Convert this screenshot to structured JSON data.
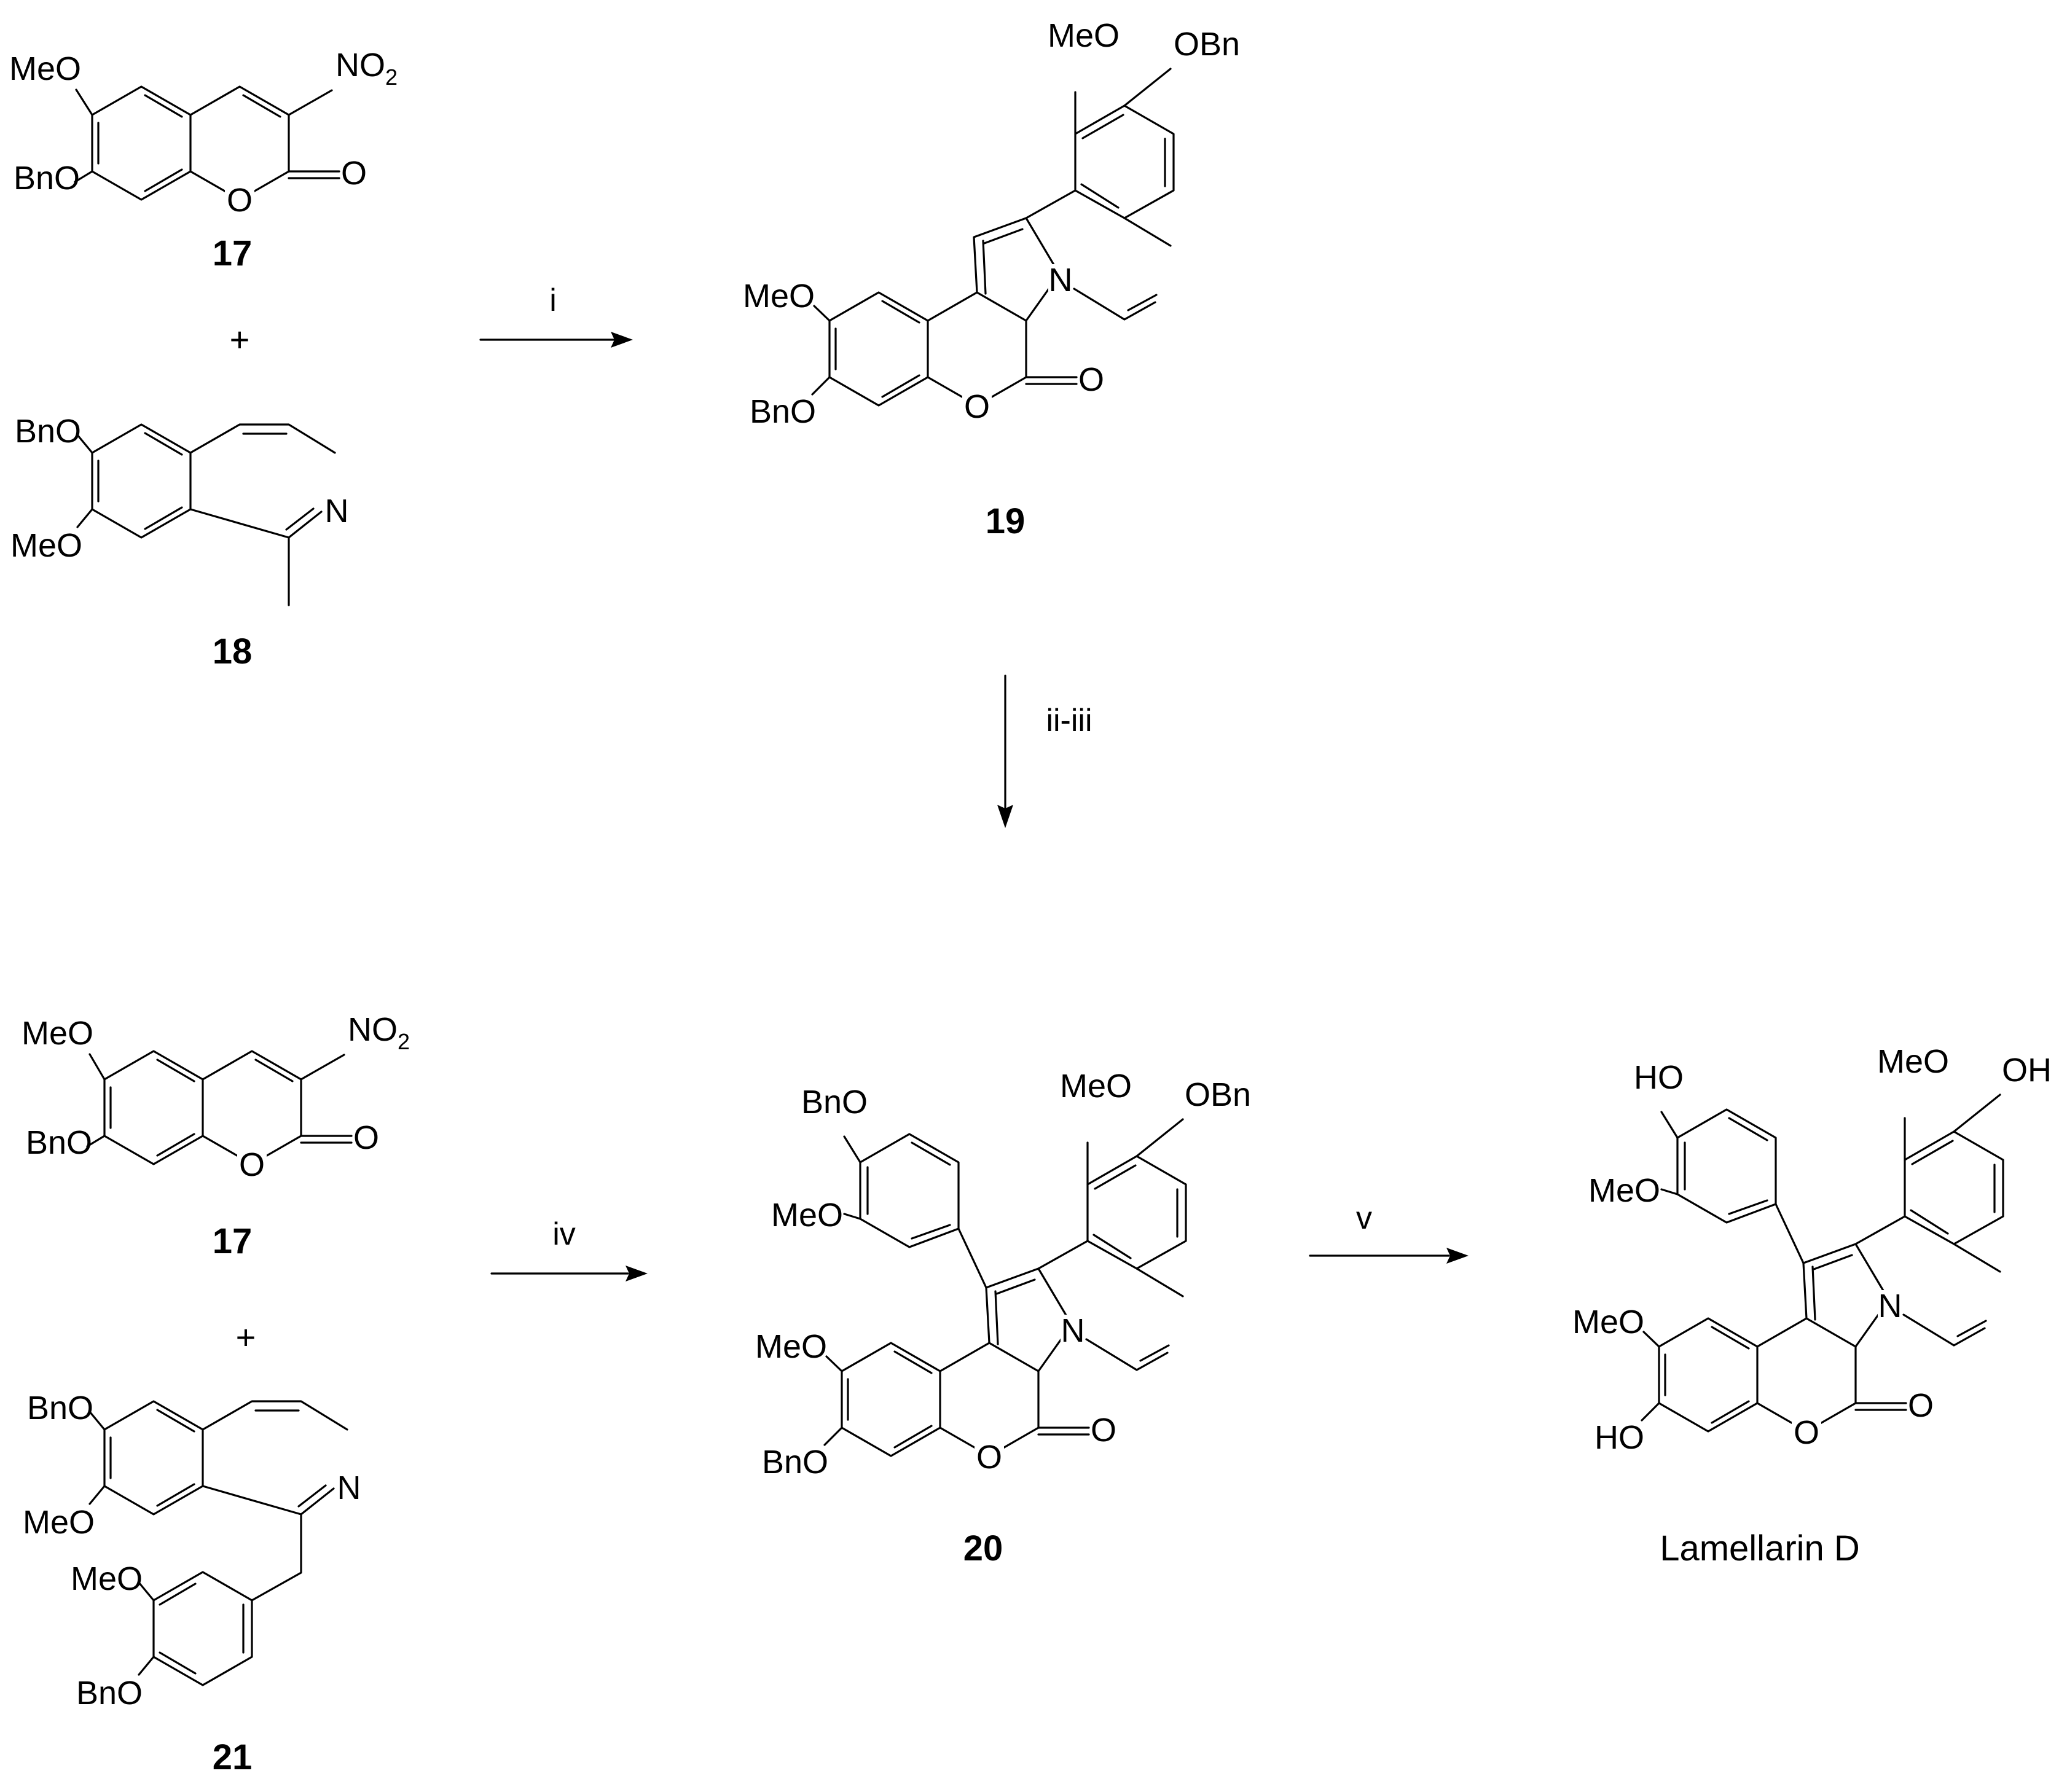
{
  "compounds": {
    "c17a": {
      "label": "17",
      "methoxy": "MeO",
      "benzyloxy": "BnO",
      "nitro": "NO",
      "nitro_sub": "2",
      "ring_o": "O",
      "carbonyl_o": "O"
    },
    "c18": {
      "label": "18",
      "benzyloxy": "BnO",
      "methoxy": "MeO",
      "nitrogen": "N"
    },
    "c19": {
      "label": "19",
      "top_methoxy": "MeO",
      "top_benzyloxy": "OBn",
      "left_methoxy": "MeO",
      "left_benzyloxy": "BnO",
      "nitrogen": "N",
      "ring_o": "O",
      "carbonyl_o": "O"
    },
    "c17b": {
      "label": "17",
      "methoxy": "MeO",
      "benzyloxy": "BnO",
      "nitro": "NO",
      "nitro_sub": "2",
      "ring_o": "O",
      "carbonyl_o": "O"
    },
    "c21": {
      "label": "21",
      "benzyloxy": "BnO",
      "methoxy": "MeO",
      "nitrogen": "N",
      "aryl_methoxy": "MeO",
      "aryl_benzyloxy": "BnO"
    },
    "c20": {
      "label": "20",
      "aryl_benzyloxy": "BnO",
      "aryl_methoxy": "MeO",
      "top_methoxy": "MeO",
      "top_benzyloxy": "OBn",
      "left_methoxy": "MeO",
      "left_benzyloxy": "BnO",
      "nitrogen": "N",
      "ring_o": "O",
      "carbonyl_o": "O"
    },
    "lamellarin": {
      "name": "Lamellarin D",
      "aryl_hydroxy": "HO",
      "aryl_methoxy": "MeO",
      "top_methoxy": "MeO",
      "top_hydroxy": "OH",
      "left_methoxy": "MeO",
      "left_hydroxy": "HO",
      "nitrogen": "N",
      "ring_o": "O",
      "carbonyl_o": "O"
    }
  },
  "conditions": {
    "step1": "i",
    "step2": "ii-iii",
    "step3": "iv",
    "step4": "v"
  },
  "plus_sign": "+"
}
